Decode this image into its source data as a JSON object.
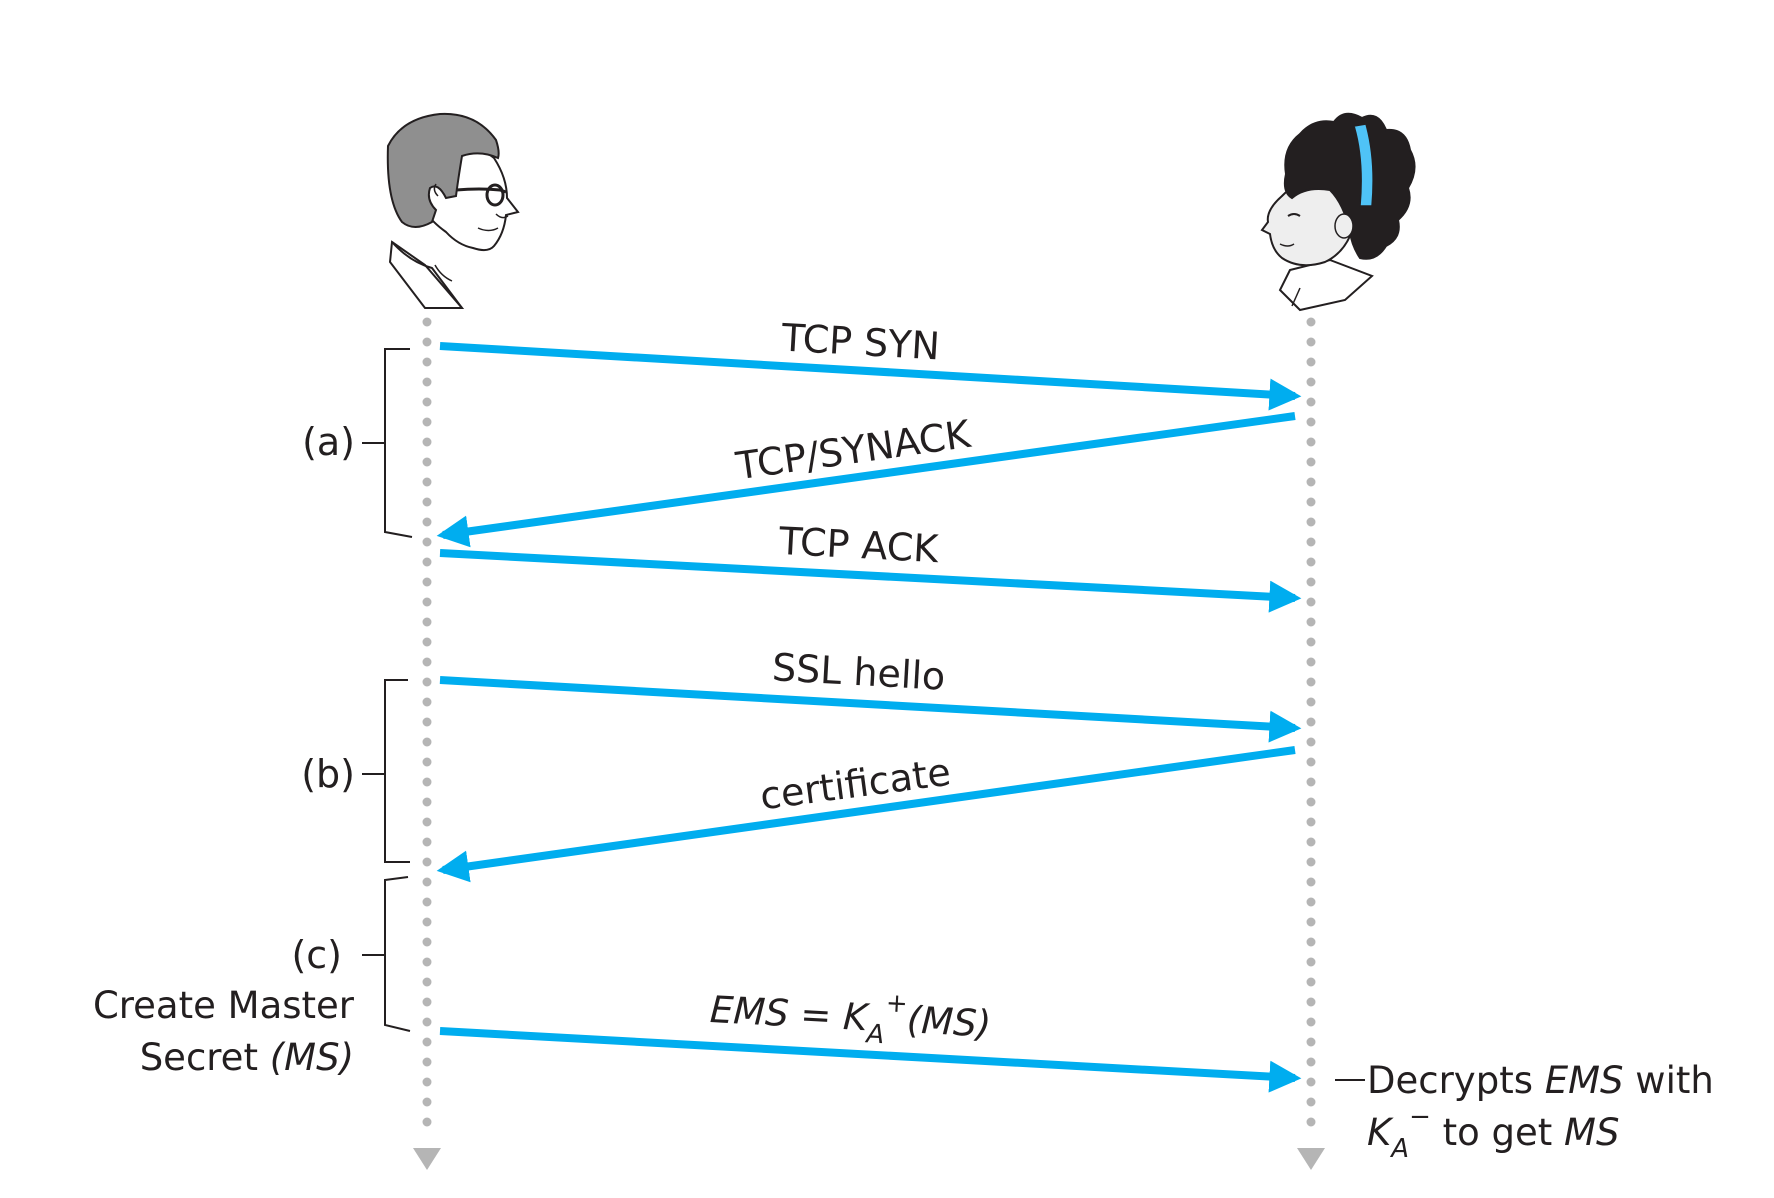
{
  "colors": {
    "arrow": "#00adef",
    "timeline": "#b5b5b5",
    "text": "#231f20",
    "bracket": "#231f20",
    "hair_band": "#4fc3f7"
  },
  "actors": {
    "left": {
      "icon": "man-with-glasses"
    },
    "right": {
      "icon": "woman-with-headband"
    }
  },
  "messages": [
    {
      "label": "TCP SYN",
      "direction": "left-to-right"
    },
    {
      "label": "TCP/SYNACK",
      "direction": "right-to-left"
    },
    {
      "label": "TCP ACK",
      "direction": "left-to-right"
    },
    {
      "label": "SSL hello",
      "direction": "left-to-right"
    },
    {
      "label": "certificate",
      "direction": "right-to-left"
    }
  ],
  "ems_message": {
    "prefix": "EMS = K",
    "subscript": "A",
    "superscript": "+",
    "suffix": "(MS)",
    "direction": "left-to-right"
  },
  "phases": [
    {
      "label": "(a)"
    },
    {
      "label": "(b)"
    },
    {
      "label": "(c)"
    }
  ],
  "left_note": {
    "line1": "Create Master",
    "line2_prefix": "Secret ",
    "line2_italic": "(MS)"
  },
  "right_note": {
    "line1_prefix": "Decrypts ",
    "line1_italic": "EMS",
    "line1_suffix": " with",
    "line2_k": "K",
    "line2_sub": "A",
    "line2_sup": "−",
    "line2_mid": " to get ",
    "line2_italic": "MS"
  }
}
